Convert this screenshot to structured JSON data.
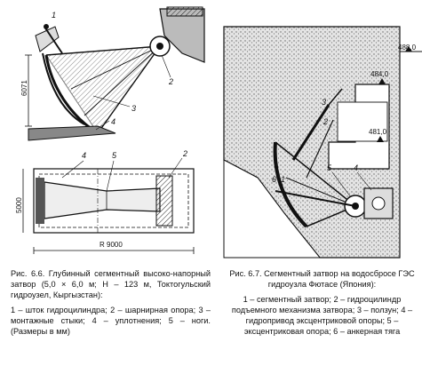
{
  "figure_left": {
    "callouts": [
      "1",
      "2",
      "3",
      "4",
      "5",
      "2",
      "4"
    ],
    "dim_height": "6071",
    "dim_width_vertical": "5000",
    "dim_span": "R 9000",
    "caption_title": "Рис. 6.6. Глубинный сегментный высоко-напорный затвор (5,0 × 6,0 м; H – 123 м, Токтогульский гидроузел, Кыргызстан):",
    "caption_legend": "1 – шток гидроцилиндра; 2 – шарнирная опора; 3 – монтажные стыки; 4 – уплотнения; 5 – ноги. (Размеры в мм)"
  },
  "figure_right": {
    "callouts": [
      "3",
      "2",
      "5",
      "4",
      "6",
      "1"
    ],
    "level_top": "488,0",
    "level_mid": "484,0",
    "level_low": "481,0",
    "caption_title": "Рис. 6.7. Сегментный затвор на водосбросе ГЭС гидроузла Фютасе (Япония):",
    "caption_legend": "1 – сегментный затвор; 2 – гидроцилиндр подъемного механизма затвора; 3 – ползун; 4 – гидропривод эксцентриковой опоры; 5 – эксцентриковая опора; 6 – анкерная тяга"
  }
}
